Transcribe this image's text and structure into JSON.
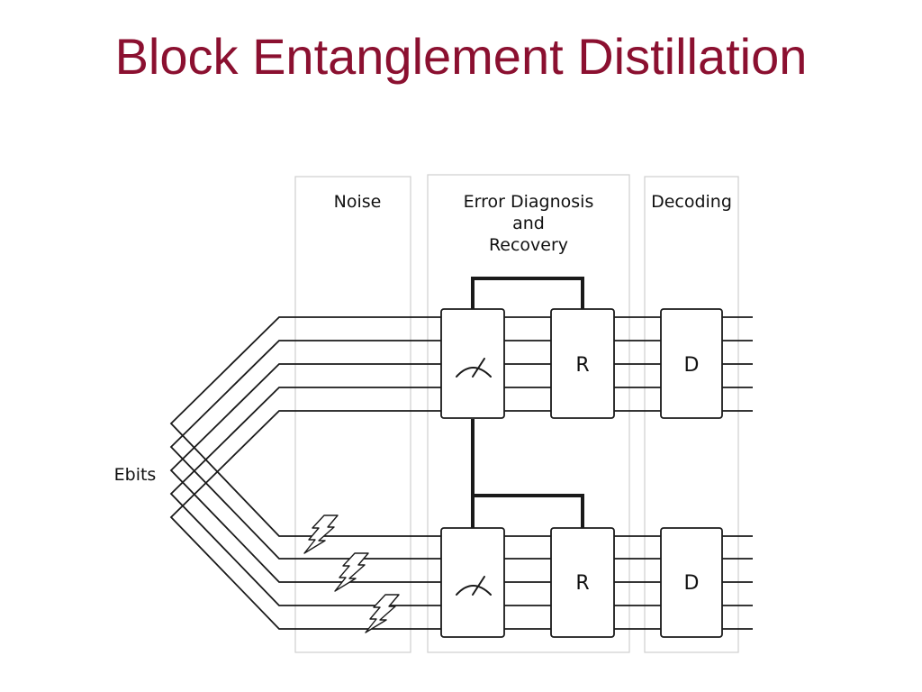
{
  "title": "Block Entanglement Distillation",
  "colors": {
    "title": "#8b1030",
    "line": "#1a1a1a",
    "panel_border": "#cfcfcf",
    "box_fill": "#ffffff"
  },
  "stages": {
    "noise": "Noise",
    "diagnosis": [
      "Error Diagnosis",
      "and",
      "Recovery"
    ],
    "decoding": "Decoding"
  },
  "ebits_label": "Ebits",
  "blocks": [
    {
      "name": "top",
      "measure_icon": "meter-icon",
      "recovery": "R",
      "decoder": "D",
      "noise_icons": []
    },
    {
      "name": "bottom",
      "measure_icon": "meter-icon",
      "recovery": "R",
      "decoder": "D",
      "noise_icons": [
        "lightning-icon",
        "lightning-icon",
        "lightning-icon"
      ]
    }
  ]
}
